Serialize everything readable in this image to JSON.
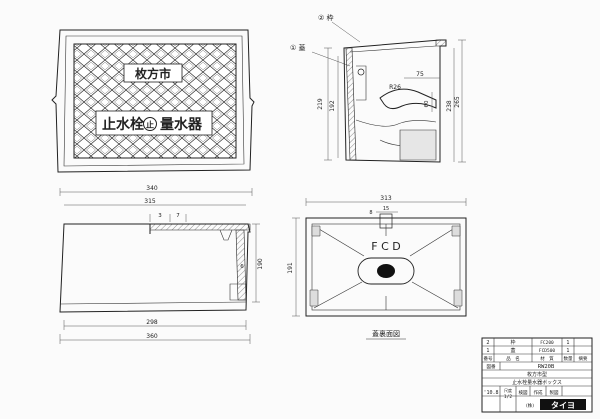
{
  "lid": {
    "city": "枚方市",
    "title_left": "止水栓",
    "title_mark": "止",
    "title_right": "量水器"
  },
  "callouts": {
    "part1": "① 蓋",
    "part2": "② 枠"
  },
  "section_dims": {
    "r26": "R26",
    "w75": "75",
    "h60": "60",
    "h219": "219",
    "h192": "192",
    "h238": "238",
    "h265": "265"
  },
  "front_dims": {
    "w340": "340",
    "w315": "315",
    "d3": "3",
    "d7": "7",
    "d6": "6",
    "h190": "190",
    "w298": "298",
    "w360": "360"
  },
  "plan": {
    "w313": "313",
    "d8": "8",
    "d15": "15",
    "h191": "191",
    "fcd": "F C D",
    "caption": "蓋裏面図"
  },
  "title_block": {
    "r2_no": "2",
    "r2_name": "枠",
    "r2_mat": "FC200",
    "r2_qty": "1",
    "r1_no": "1",
    "r1_name": "蓋",
    "r1_mat": "FCD500",
    "r1_qty": "1",
    "hdr_no": "番号",
    "hdr_name": "品　名",
    "hdr_mat": "材　質",
    "hdr_qty": "数量",
    "hdr_note": "摘要",
    "code_label": "図番",
    "code": "RW20B",
    "line_a": "枚方市型",
    "line_b": "止水栓量水器ボックス",
    "date": "'10.8",
    "scale_label": "尺度",
    "scale": "1/2",
    "check1": "検図",
    "check2": "作成",
    "check3": "製図",
    "company_prefix": "(株)",
    "company": "タイヨ"
  }
}
